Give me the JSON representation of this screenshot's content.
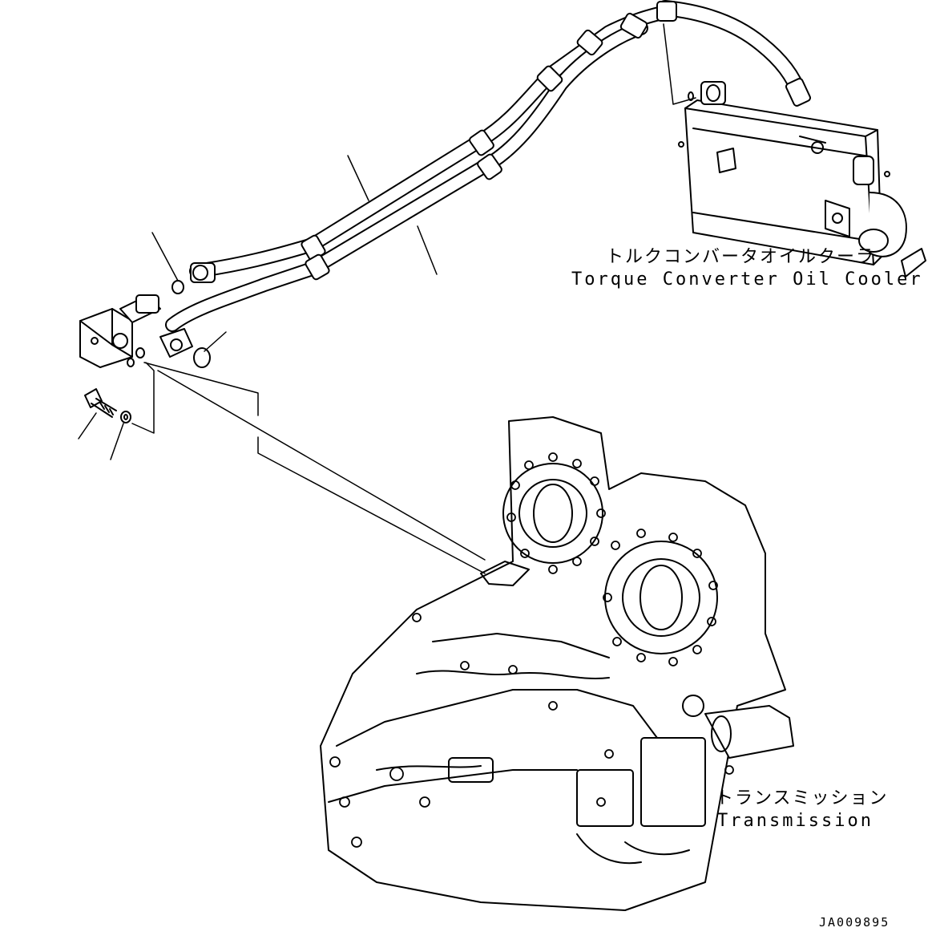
{
  "labels": {
    "cooler_jp": "トルクコンバータオイルクーラ",
    "cooler_en": "Torque Converter Oil Cooler",
    "transmission_jp": "トランスミッション",
    "transmission_en": "Transmission",
    "drawing_id": "JA009895"
  },
  "colors": {
    "line": "#000000",
    "background": "#ffffff"
  }
}
